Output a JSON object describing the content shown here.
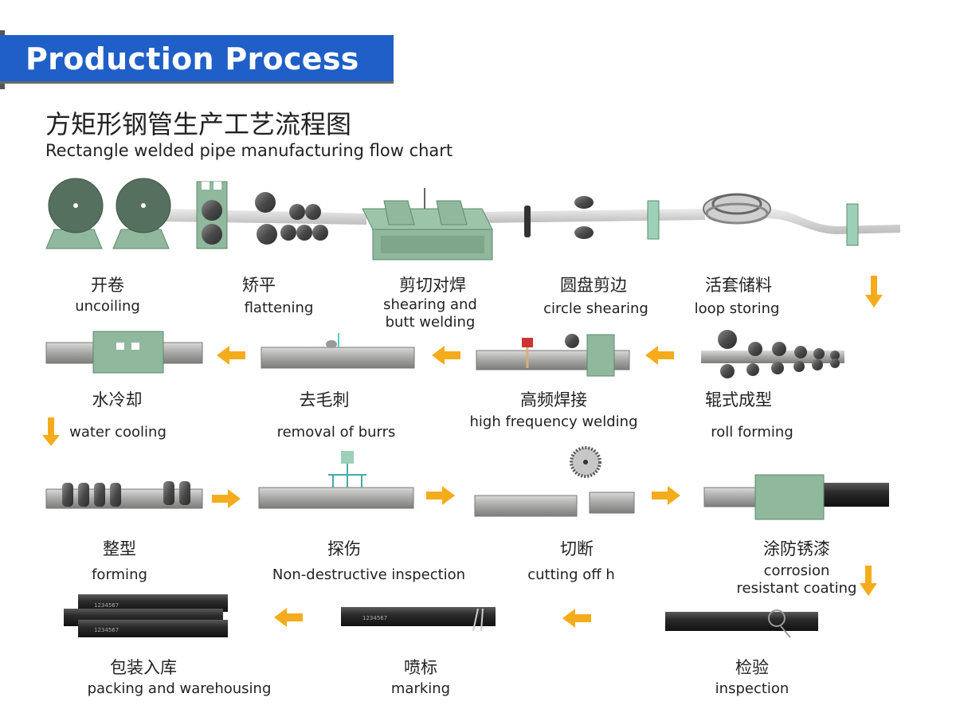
{
  "banner": {
    "title": "Production Process"
  },
  "heading": {
    "cn": "方矩形钢管生产工艺流程图",
    "en": "Rectangle welded pipe manufacturing flow chart"
  },
  "steps": [
    {
      "cn": "开卷",
      "en": "uncoiling"
    },
    {
      "cn": "矫平",
      "en": "flattening"
    },
    {
      "cn": "剪切对焊",
      "en": "shearing and\nbutt welding"
    },
    {
      "cn": "圆盘剪边",
      "en": "circle shearing"
    },
    {
      "cn": "活套储料",
      "en": "loop storing"
    },
    {
      "cn": "水冷却",
      "en": "water cooling"
    },
    {
      "cn": "去毛刺",
      "en": "removal of burrs"
    },
    {
      "cn": "高频焊接",
      "en": "high frequency welding"
    },
    {
      "cn": "辊式成型",
      "en": "roll forming"
    },
    {
      "cn": "整型",
      "en": "forming"
    },
    {
      "cn": "探伤",
      "en": "Non-destructive inspection"
    },
    {
      "cn": "切断",
      "en": "cutting off h"
    },
    {
      "cn": "涂防锈漆",
      "en": "corrosion\nresistant coating"
    },
    {
      "cn": "包装入库",
      "en": "packing and warehousing"
    },
    {
      "cn": "喷标",
      "en": "marking"
    },
    {
      "cn": "检验",
      "en": "inspection"
    }
  ],
  "pipe_marking": "1234567",
  "colors": {
    "banner": "#1f5fc7",
    "arrow": "#f5ac1c",
    "machine": "#8fb89c",
    "steel": "#a9aaa8",
    "coating": "#2a2a2a"
  }
}
